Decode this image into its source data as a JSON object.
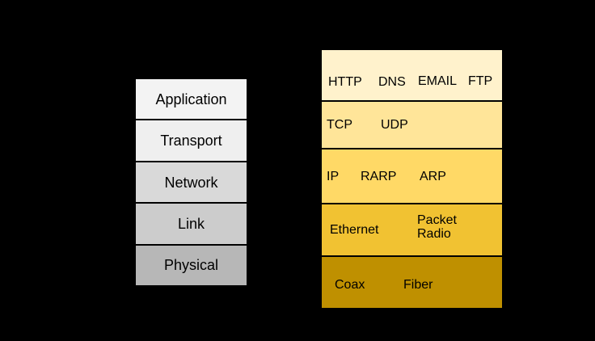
{
  "diagram": {
    "background_color": "#000000",
    "text_color": "#000000",
    "border_color": "#000000",
    "left_stack": {
      "layers": [
        {
          "label": "Application",
          "color": "#f3f3f3"
        },
        {
          "label": "Transport",
          "color": "#efefef"
        },
        {
          "label": "Network",
          "color": "#d9d9d9"
        },
        {
          "label": "Link",
          "color": "#cccccc"
        },
        {
          "label": "Physical",
          "color": "#b7b7b7"
        }
      ]
    },
    "right_stack": {
      "layers": [
        {
          "color": "#fff2cc",
          "protocols": [
            "HTTP",
            "DNS",
            "EMAIL",
            "FTP"
          ]
        },
        {
          "color": "#ffe599",
          "protocols": [
            "TCP",
            "UDP"
          ]
        },
        {
          "color": "#ffd966",
          "protocols": [
            "IP",
            "RARP",
            "ARP"
          ]
        },
        {
          "color": "#f1c232",
          "protocols": [
            "Ethernet",
            "Packet Radio"
          ]
        },
        {
          "color": "#bf9000",
          "protocols": [
            "Coax",
            "Fiber"
          ]
        }
      ]
    }
  }
}
